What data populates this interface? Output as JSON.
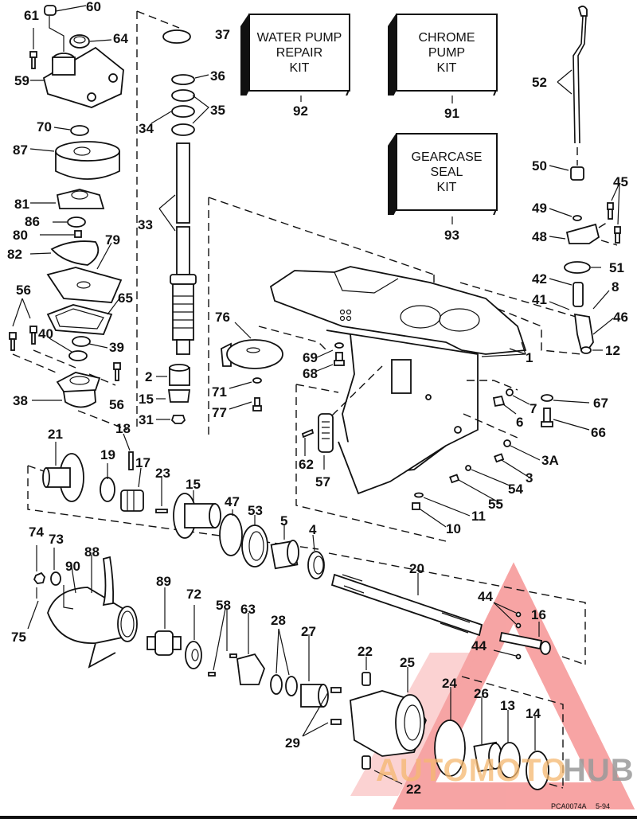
{
  "diagram": {
    "title": "Gearcase exploded parts diagram",
    "kits": [
      {
        "id": "92",
        "lines": [
          "WATER PUMP",
          "REPAIR",
          "KIT"
        ]
      },
      {
        "id": "91",
        "lines": [
          "CHROME",
          "PUMP",
          "KIT"
        ]
      },
      {
        "id": "93",
        "lines": [
          "GEARCASE",
          "SEAL",
          "KIT"
        ]
      }
    ],
    "callouts": [
      "60",
      "61",
      "64",
      "59",
      "37",
      "36",
      "35",
      "34",
      "70",
      "87",
      "81",
      "86",
      "80",
      "82",
      "79",
      "33",
      "56",
      "65",
      "40",
      "39",
      "38",
      "56b",
      "2",
      "15",
      "31",
      "76",
      "69",
      "68",
      "71",
      "77",
      "1",
      "52",
      "50",
      "49",
      "45",
      "48",
      "51",
      "42",
      "41",
      "8",
      "46",
      "12",
      "67",
      "7",
      "6",
      "66",
      "3A",
      "3",
      "54",
      "55",
      "11",
      "10",
      "62",
      "57",
      "21",
      "19",
      "18",
      "17",
      "23",
      "15b",
      "47",
      "53",
      "5",
      "4",
      "20",
      "44",
      "16",
      "74",
      "73",
      "90",
      "88",
      "89",
      "72",
      "58",
      "63",
      "28",
      "27",
      "22",
      "25",
      "29",
      "24",
      "26",
      "13",
      "14",
      "22b"
    ],
    "labels": {
      "c60": "60",
      "c61": "61",
      "c64": "64",
      "c59": "59",
      "c37": "37",
      "c36": "36",
      "c35": "35",
      "c34": "34",
      "c70": "70",
      "c87": "87",
      "c81": "81",
      "c86": "86",
      "c80": "80",
      "c82": "82",
      "c79": "79",
      "c33": "33",
      "c56a": "56",
      "c65": "65",
      "c40": "40",
      "c39": "39",
      "c38": "38",
      "c56b": "56",
      "c2": "2",
      "c15a": "15",
      "c31": "31",
      "c76": "76",
      "c69": "69",
      "c68": "68",
      "c71": "71",
      "c77": "77",
      "c1": "1",
      "c52": "52",
      "c50": "50",
      "c49": "49",
      "c45": "45",
      "c48": "48",
      "c51": "51",
      "c42": "42",
      "c41": "41",
      "c8": "8",
      "c46": "46",
      "c12": "12",
      "c67": "67",
      "c7": "7",
      "c6": "6",
      "c66": "66",
      "c3A": "3A",
      "c3": "3",
      "c54": "54",
      "c55": "55",
      "c11": "11",
      "c10": "10",
      "c62": "62",
      "c57": "57",
      "c21": "21",
      "c19": "19",
      "c18": "18",
      "c17": "17",
      "c23": "23",
      "c15b": "15",
      "c47": "47",
      "c53": "53",
      "c5": "5",
      "c4": "4",
      "c20": "20",
      "c44a": "44",
      "c44b": "44",
      "c16": "16",
      "c74": "74",
      "c73": "73",
      "c90": "90",
      "c88": "88",
      "c75": "75",
      "c89": "89",
      "c72": "72",
      "c58": "58",
      "c63": "63",
      "c28": "28",
      "c27": "27",
      "c22a": "22",
      "c25": "25",
      "c29": "29",
      "c24": "24",
      "c26": "26",
      "c13": "13",
      "c14": "14",
      "c22b": "22"
    },
    "footer": {
      "drawing_id": "PCA0074A",
      "date_code": "5-94"
    }
  },
  "watermark": {
    "part1": "AUTOMOTO",
    "part2": "HUB",
    "color_red": "#f08080",
    "color_orange": "#f5b870",
    "color_gray": "#9a9a9a"
  }
}
